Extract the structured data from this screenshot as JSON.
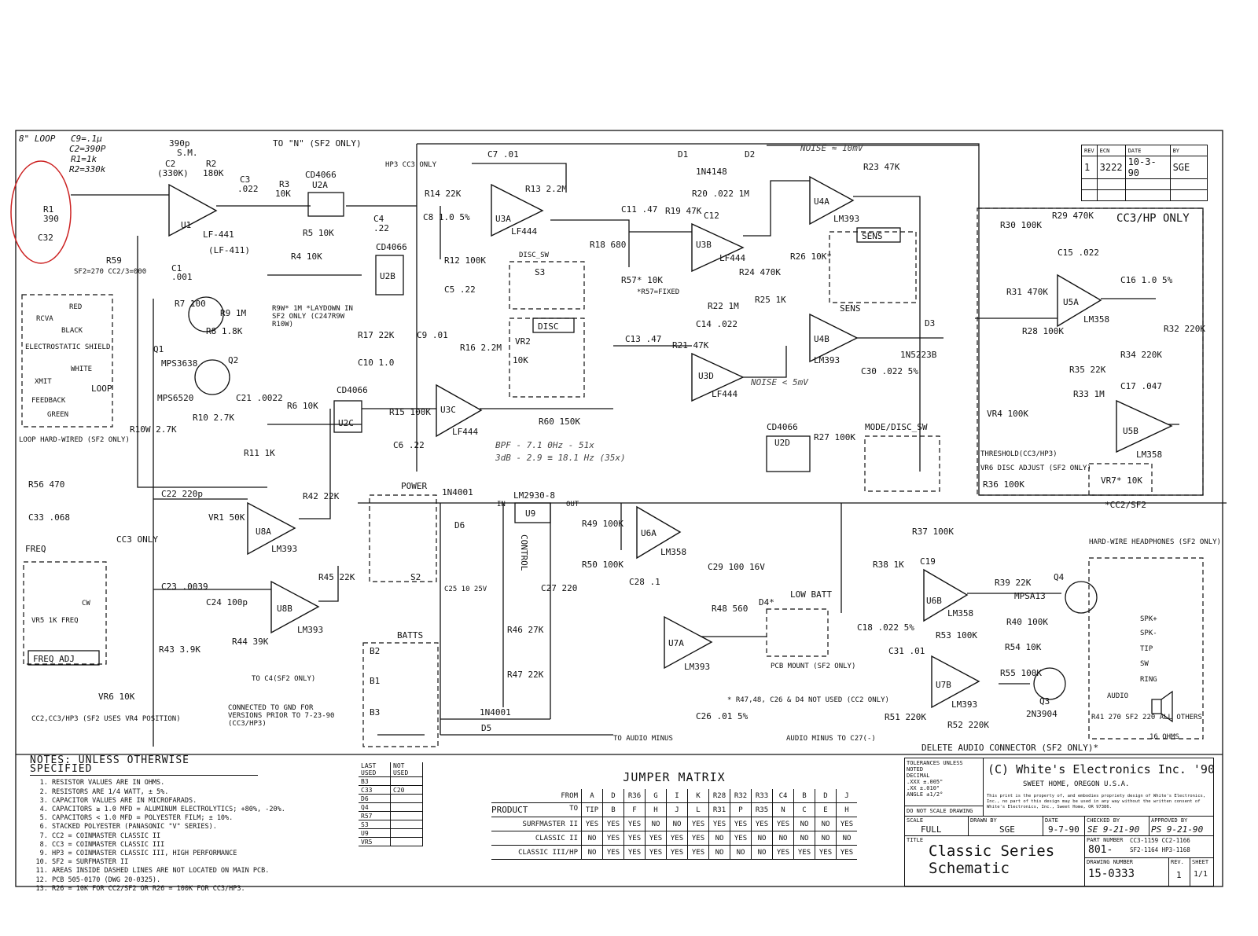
{
  "header_annotation": {
    "loop_title": "8\" LOOP",
    "c9": "C9=.1µ",
    "c2": "C2=390P",
    "r1": "R1=1k",
    "r2": "R2=330k"
  },
  "labels": {
    "u1": "U1",
    "lf441": "LF-441",
    "lf411": "(LF-411)",
    "c2": "C2",
    "c2v": "(330K)",
    "r2": "R2",
    "r2v": "180K",
    "c2val": "390p",
    "sm": "S.M.",
    "c3": "C3",
    "c3v": ".022",
    "r3": "R3",
    "r3v": "10K",
    "u2a": "U2A",
    "cd4066a": "CD4066",
    "hp3cc3": "HP3 CC3 ONLY",
    "ton": "TO \"N\" (SF2 ONLY)",
    "c4": "C4",
    "c4v": ".22",
    "r1": "R1",
    "r1v": "390",
    "c32": "C32",
    "r59": "R59",
    "r59v": "SF2=270 CC2/3=000",
    "c1": "C1",
    "c1v": ".001",
    "u3a": "U3A",
    "lf444a": "LF444",
    "c7": "C7 .01",
    "r13": "R13 2.2M",
    "r14": "R14 22K",
    "c8": "C8 1.0 5%",
    "u2b": "U2B",
    "cd4066b": "CD4066",
    "r12": "R12 100K",
    "c5": "C5 .22",
    "r4": "R4 10K",
    "r5": "R5 10K",
    "s3": "S3",
    "disc_sw": "DISC_SW",
    "disc": "DISC",
    "vr2": "VR2",
    "vr2v": "10K",
    "r18": "R18 680",
    "r57": "R57* 10K",
    "r57note": "*R57=FIXED",
    "c11": "C11 .47",
    "r19": "R19 47K",
    "u3b": "U3B",
    "lf444b": "LF444",
    "r20": "R20 .022 1M",
    "c12": "C12",
    "d1": "D1",
    "d2": "D2",
    "in4148": "1N4148",
    "u4a": "U4A",
    "lm393a": "LM393",
    "r23": "R23 47K",
    "sens": "SENS",
    "r26": "R26 10K*",
    "sens2": "SENS",
    "r24": "R24 470K",
    "r25": "R25 1K",
    "u4b": "U4B",
    "lm393b": "LM393",
    "c30": "C30 .022 5%",
    "d3": "D3",
    "in5223": "1N5223B",
    "r22": "R22 1M",
    "c14": "C14 .022",
    "c13": "C13 .47",
    "r21": "R21 47K",
    "u3d": "U3D",
    "lf444d": "LF444",
    "u3c": "U3C",
    "lf444c": "LF444",
    "c9": "C9 .01",
    "r16": "R16 2.2M",
    "r17": "R17 22K",
    "c10": "C10 1.0",
    "r15": "R15 100K",
    "c6": "C6 .22",
    "r60": "R60 150K",
    "u2c": "U2C",
    "cd4066c": "CD4066",
    "r6": "R6 10K",
    "r11": "R11 1K",
    "r9w": "R9W* 1M *LAYDOWN IN SF2 ONLY (C247R9W R10W)",
    "q1": "Q1",
    "q2": "Q2",
    "mps3638": "MPS3638",
    "mps6520": "MPS6520",
    "r7": "R7 100",
    "r8": "R8 1.8K",
    "r9": "R9 1M",
    "r10": "R10 2.7K",
    "r10w": "R10W 2.7K",
    "c21": "C21 .0022",
    "loop": "LOOP",
    "loop_hw": "LOOP HARD-WIRED (SF2 ONLY)",
    "rcva": "RCVA",
    "red": "RED",
    "black": "BLACK",
    "electro": "ELECTROSTATIC SHIELD",
    "white": "WHITE",
    "xmit": "XMIT",
    "feedback": "FEEDBACK",
    "green": "GREEN",
    "r56": "R56 470",
    "c33": "C33 .068",
    "freq": "FREQ",
    "cc3only": "CC3 ONLY",
    "vr5": "VR5 1K FREQ",
    "cw": "CW",
    "freq_adj": "FREQ ADJ",
    "c22": "C22 220p",
    "vr1": "VR1 50K",
    "u8a": "U8A",
    "lm393c": "LM393",
    "r42": "R42 22K",
    "c23": "C23 .0039",
    "c24": "C24 100p",
    "u8b": "U8B",
    "lm393d": "LM393",
    "r45": "R45 22K",
    "r43": "R43 3.9K",
    "r44": "R44 39K",
    "vr6": "VR6 10K",
    "cc2note": "CC2,CC3/HP3 (SF2 USES VR4 POSITION)",
    "toc4": "TO C4(SF2 ONLY)",
    "connected": "CONNECTED TO GND FOR VERSIONS PRIOR TO 7-23-90 (CC3/HP3)",
    "power": "POWER",
    "s2": "S2",
    "batts": "BATTS",
    "b1": "B1",
    "b2": "B2",
    "b3": "B3",
    "in4001a": "1N4001",
    "d6": "D6",
    "in4001b": "1N4001",
    "d5": "D5",
    "lm2930": "LM2930-8",
    "u9": "U9",
    "in": "IN",
    "out": "OUT",
    "control": "CONTROL",
    "c25": "C25 10 25V",
    "c27": "C27 220",
    "r46": "R46 27K",
    "r47": "R47 22K",
    "r49": "R49 100K",
    "r50": "R50 100K",
    "u6a": "U6A",
    "lm358a": "LM358",
    "c28": "C28 .1",
    "c29": "C29 100 16V",
    "u7a": "U7A",
    "lm393e": "LM393",
    "r48": "R48 560",
    "d4": "D4*",
    "low_batt": "LOW BATT",
    "pcb_mount": "PCB MOUNT (SF2 ONLY)",
    "c26": "C26 .01 5%",
    "r47note": "* R47,48, C26 & D4 NOT USED (CC2 ONLY)",
    "to_audio_minus": "TO AUDIO MINUS",
    "audio_minus": "AUDIO MINUS TO C27(-)",
    "cd4066d": "CD4066",
    "u2d": "U2D",
    "r27": "R27 100K",
    "mode_disc": "MODE/DISC_SW",
    "cc3hp": "CC3/HP ONLY",
    "r30": "R30 100K",
    "r29": "R29 470K",
    "c15": "C15 .022",
    "r31": "R31 470K",
    "r28": "R28 100K",
    "u5a": "U5A",
    "lm358b": "LM358",
    "c16": "C16 1.0 5%",
    "r32": "R32 220K",
    "r34": "R34 220K",
    "r35": "R35 22K",
    "r33": "R33 1M",
    "c17": "C17 .047",
    "vr4": "VR4 100K",
    "u5b": "U5B",
    "lm358c": "LM358",
    "threshold": "THRESHOLD(CC3/HP3)",
    "vr6disc": "VR6 DISC ADJUST (SF2 ONLY)",
    "r36": "R36 100K",
    "vr7": "VR7* 10K",
    "cc2sf2": "*CC2/SF2",
    "r37": "R37 100K",
    "c19": "C19",
    "r38": "R38 1K",
    "u6b": "U6B",
    "lm358d": "LM358",
    "r39": "R39 22K",
    "q4": "Q4",
    "mpsa13": "MPSA13",
    "c18": "C18 .022 5%",
    "r40": "R40 100K",
    "r53": "R53 100K",
    "r54": "R54 10K",
    "c31": "C31 .01",
    "u7b": "U7B",
    "lm393f": "LM393",
    "r55": "R55 100K",
    "q3": "Q3",
    "in3904": "2N3904",
    "r51": "R51 220K",
    "r52": "R52 220K",
    "r41": "R41 270 SF2 220 ALL OTHERS",
    "hw_head": "HARD-WIRE HEADPHONES (SF2 ONLY)",
    "spkp": "SPK+",
    "spkm": "SPK-",
    "tip": "TIP",
    "sw": "SW",
    "ring": "RING",
    "audio": "AUDIO",
    "ohms": "16 OHMS",
    "delete_audio": "DELETE AUDIO CONNECTOR (SF2 ONLY)*",
    "bpf": "BPF - 7.1 0Hz - 51x",
    "bpf2": "3dB - 2.9 ≡ 18.1 Hz (35x)",
    "noise": "NOISE ≈ 10mV",
    "noise2": "NOISE < 5mV"
  },
  "notes": {
    "title": "NOTES: UNLESS OTHERWISE SPECIFIED",
    "items": [
      "RESISTOR VALUES ARE IN OHMS.",
      "RESISTORS ARE 1/4 WATT, ± 5%.",
      "CAPACITOR VALUES ARE IN MICROFARADS.",
      "CAPACITORS ≥ 1.0 MFD = ALUMINUM ELECTROLYTICS; +80%, -20%.",
      "CAPACITORS < 1.0 MFD = POLYESTER FILM; ± 10%.",
      "STACKED POLYESTER (PANASONIC \"V\" SERIES).",
      "CC2 = COINMASTER CLASSIC II",
      "CC3 = COINMASTER CLASSIC III",
      "HP3 = COINMASTER CLASSIC III, HIGH PERFORMANCE",
      "SF2 = SURFMASTER II",
      "AREAS INSIDE DASHED LINES ARE NOT LOCATED ON MAIN PCB.",
      "PCB 505-0170 (DWG 20-0325).",
      "R26 = 10K FOR CC2/SF2 OR R26 = 100K FOR CC3/HP3."
    ]
  },
  "last_used": {
    "headers": [
      "LAST USED",
      "NOT USED"
    ],
    "rows": [
      [
        "B3",
        ""
      ],
      [
        "C33",
        "C20"
      ],
      [
        "D6",
        ""
      ],
      [
        "Q4",
        ""
      ],
      [
        "R57",
        ""
      ],
      [
        "S3",
        ""
      ],
      [
        "U9",
        ""
      ],
      [
        "VR5",
        ""
      ]
    ]
  },
  "jumper_matrix": {
    "title": "JUMPER MATRIX",
    "from_label": "FROM",
    "to_label": "TO",
    "product_label": "PRODUCT",
    "from": [
      "A",
      "D",
      "R36",
      "G",
      "I",
      "K",
      "R28",
      "R32",
      "R33",
      "C4",
      "B",
      "D",
      "J"
    ],
    "to": [
      "TIP",
      "B",
      "F",
      "H",
      "J",
      "L",
      "R31",
      "P",
      "R35",
      "N",
      "C",
      "E",
      "H"
    ],
    "rows": [
      {
        "product": "SURFMASTER II",
        "values": [
          "YES",
          "YES",
          "YES",
          "NO",
          "NO",
          "YES",
          "YES",
          "YES",
          "YES",
          "YES",
          "NO",
          "NO",
          "YES"
        ]
      },
      {
        "product": "CLASSIC II",
        "values": [
          "NO",
          "YES",
          "YES",
          "YES",
          "YES",
          "YES",
          "NO",
          "YES",
          "NO",
          "NO",
          "NO",
          "NO",
          "NO"
        ]
      },
      {
        "product": "CLASSIC III/HP",
        "values": [
          "NO",
          "YES",
          "YES",
          "YES",
          "YES",
          "YES",
          "NO",
          "NO",
          "NO",
          "YES",
          "YES",
          "YES",
          "YES"
        ]
      }
    ]
  },
  "revision": {
    "headers": [
      "REV",
      "ECN",
      "DATE",
      "BY"
    ],
    "row": [
      "1",
      "3222",
      "10-3-90",
      "SGE"
    ]
  },
  "title_block": {
    "tolerances": "TOLERANCES UNLESS NOTED",
    "decimal": "DECIMAL",
    "xxx": ".XXX ±.005\"",
    "xx": ".XX ±.010\"",
    "angle": "ANGLE ±1/2°",
    "do_not_scale": "DO NOT SCALE DRAWING",
    "company": "(C) White's Electronics Inc. '90",
    "location": "SWEET HOME, OREGON U.S.A.",
    "disclaimer": "This print is the property of, and embodies propriety design of White's Electronics, Inc., no part of this design may be used in any way without the written consent of White's Electronics, Inc., Sweet Home, OR 97386.",
    "scale_label": "SCALE",
    "scale": "FULL",
    "drawn_label": "DRAWN BY",
    "drawn": "SGE",
    "date_label": "DATE",
    "date": "9-7-90",
    "checked_label": "CHECKED BY",
    "checked": "SE 9-21-90",
    "approved_label": "APPROVED BY",
    "approved": "PS 9-21-90",
    "title_label": "TITLE",
    "title1": "Classic Series",
    "title2": "Schematic",
    "part_label": "PART NUMBER",
    "part": "801-",
    "parts_a": "CC3-1159  CC2-1166",
    "parts_b": "SF2-1164  HP3-1168",
    "dwg_label": "DRAWING NUMBER",
    "dwg": "15-0333",
    "rev_label": "REV.",
    "rev": "1",
    "sheet_label": "SHEET",
    "sheet": "1/1"
  }
}
